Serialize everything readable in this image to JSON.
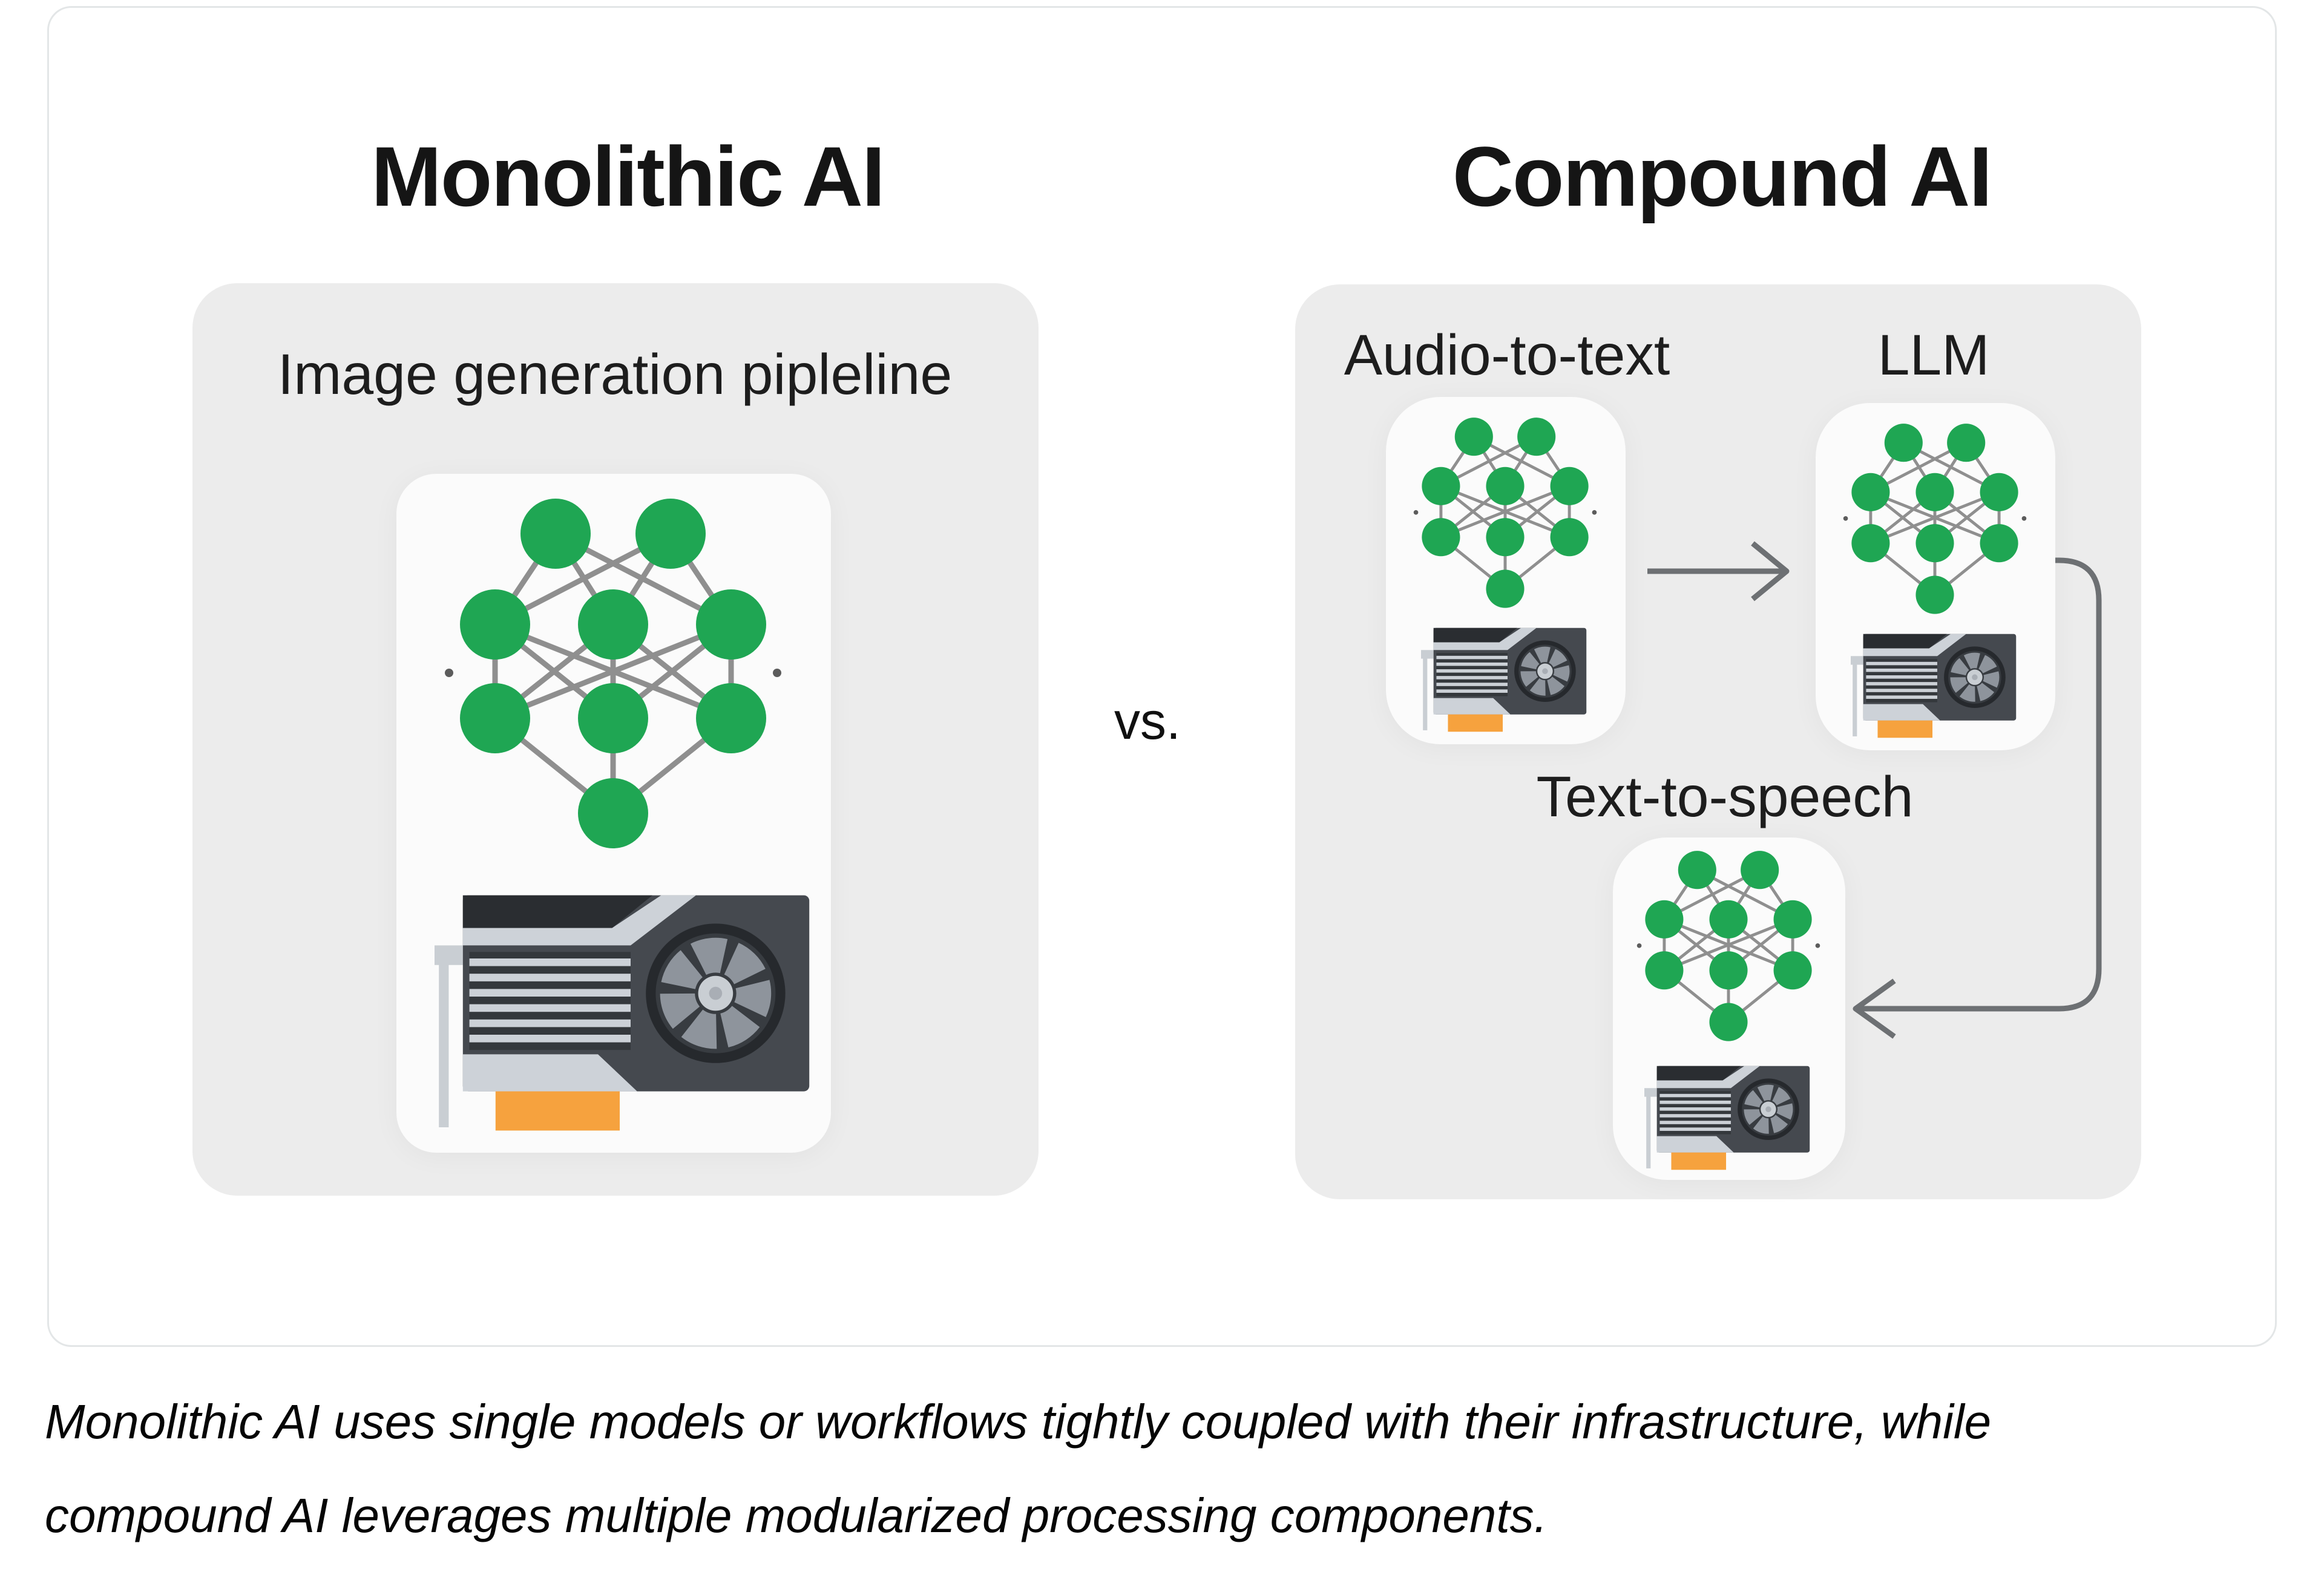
{
  "figure": {
    "left": {
      "title": "Monolithic AI",
      "panel_label": "Image generation pipleline",
      "icons": [
        "neural-network-icon",
        "gpu-icon"
      ]
    },
    "vs_label": "vs.",
    "right": {
      "title": "Compound AI",
      "components": [
        {
          "label": "Audio-to-text",
          "icons": [
            "neural-network-icon",
            "gpu-icon"
          ]
        },
        {
          "label": "LLM",
          "icons": [
            "neural-network-icon",
            "gpu-icon"
          ]
        },
        {
          "label": "Text-to-speech",
          "icons": [
            "neural-network-icon",
            "gpu-icon"
          ]
        }
      ],
      "flow": [
        "Audio-to-text -> LLM",
        "LLM -> Text-to-speech"
      ]
    },
    "caption_lines": [
      "Monolithic AI uses single models or workflows tightly coupled with their infrastructure, while",
      "compound AI leverages multiple modularized processing components."
    ],
    "colors": {
      "node_green": "#1fa653",
      "edge_gray": "#8a8a8a",
      "arrow_gray": "#6d7073",
      "panel_gray": "#ececec",
      "tile_white": "#fbfbfb",
      "gpu_orange": "#f6a23e",
      "title_text": "#151515"
    }
  }
}
